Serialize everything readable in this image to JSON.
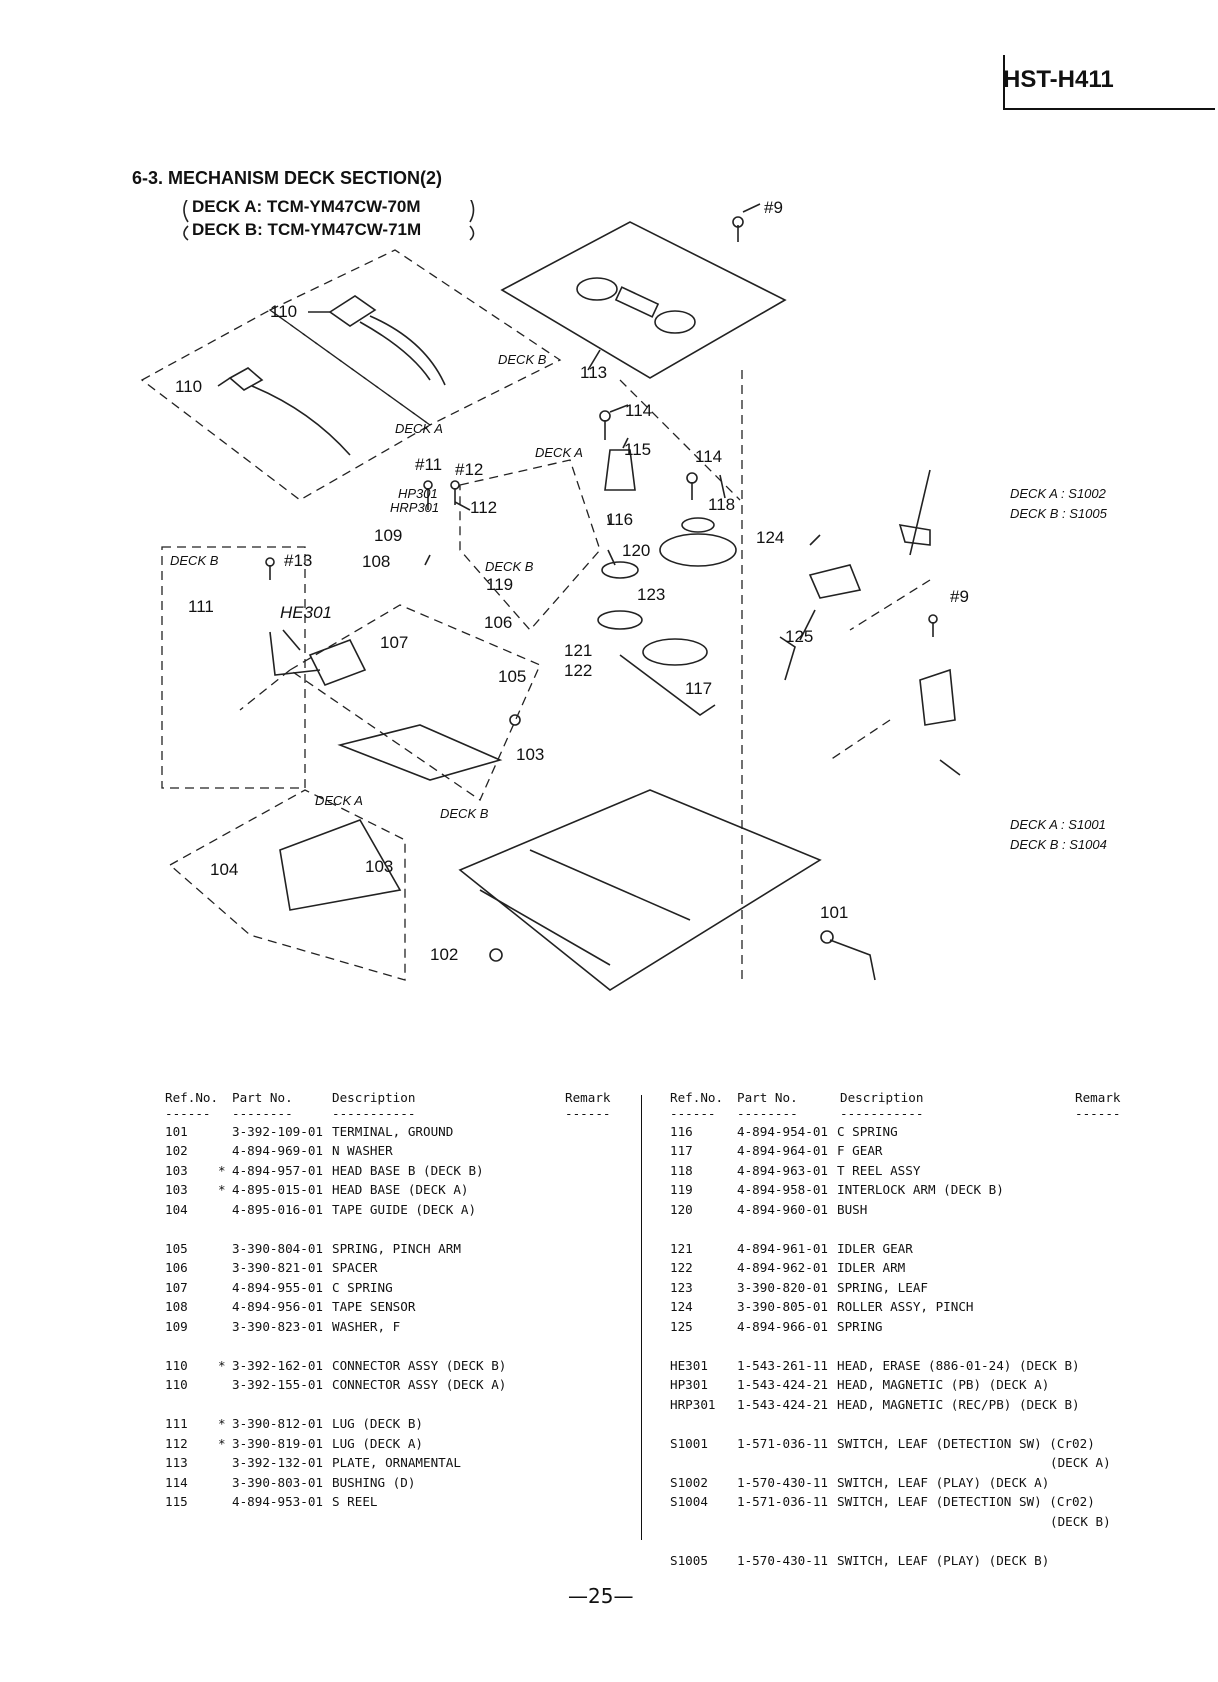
{
  "header": {
    "model": "HST-H411"
  },
  "section": {
    "title": "6-3. MECHANISM DECK SECTION(2)",
    "deck_a": "DECK A: TCM-YM47CW-70M",
    "deck_b": "DECK B: TCM-YM47CW-71M"
  },
  "diagram": {
    "callouts": [
      "#9",
      "110",
      "110",
      "113",
      "114",
      "115",
      "114",
      "#11",
      "#12",
      "112",
      "116",
      "118",
      "109",
      "120",
      "124",
      "#13",
      "108",
      "119",
      "123",
      "#9",
      "111",
      "HE301",
      "106",
      "107",
      "125",
      "121",
      "122",
      "117",
      "105",
      "103",
      "104",
      "103",
      "102",
      "101"
    ],
    "deck_labels": {
      "deck_b_connector": "DECK B",
      "deck_a_connector": "DECK A",
      "deck_a_lug": "DECK A",
      "deck_b_head_box": "DECK B",
      "deck_b_interlock": "DECK B",
      "deck_a_guide": "DECK A",
      "deck_b_base": "DECK B",
      "hp301": "HP301",
      "hrp301": "HRP301",
      "switch_top_a": "DECK A : S1002",
      "switch_top_b": "DECK B : S1005",
      "switch_bot_a": "DECK A : S1001",
      "switch_bot_b": "DECK B : S1004"
    }
  },
  "table": {
    "headers": {
      "ref": "Ref.No.",
      "part": "Part No.",
      "desc": "Description",
      "remark": "Remark"
    },
    "dashes": {
      "ref": "------",
      "part": "--------",
      "desc": "-----------",
      "remark": "------"
    },
    "left": [
      {
        "ref": "101",
        "star": "",
        "part": "3-392-109-01",
        "desc": "TERMINAL, GROUND"
      },
      {
        "ref": "102",
        "star": "",
        "part": "4-894-969-01",
        "desc": "N WASHER"
      },
      {
        "ref": "103",
        "star": "*",
        "part": "4-894-957-01",
        "desc": "HEAD BASE B (DECK B)"
      },
      {
        "ref": "103",
        "star": "*",
        "part": "4-895-015-01",
        "desc": "HEAD BASE (DECK A)"
      },
      {
        "ref": "104",
        "star": "",
        "part": "4-895-016-01",
        "desc": "TAPE GUIDE (DECK A)"
      },
      {
        "gap": true
      },
      {
        "ref": "105",
        "star": "",
        "part": "3-390-804-01",
        "desc": "SPRING, PINCH ARM"
      },
      {
        "ref": "106",
        "star": "",
        "part": "3-390-821-01",
        "desc": "SPACER"
      },
      {
        "ref": "107",
        "star": "",
        "part": "4-894-955-01",
        "desc": "C SPRING"
      },
      {
        "ref": "108",
        "star": "",
        "part": "4-894-956-01",
        "desc": "TAPE SENSOR"
      },
      {
        "ref": "109",
        "star": "",
        "part": "3-390-823-01",
        "desc": "WASHER, F"
      },
      {
        "gap": true
      },
      {
        "ref": "110",
        "star": "*",
        "part": "3-392-162-01",
        "desc": "CONNECTOR ASSY (DECK B)"
      },
      {
        "ref": "110",
        "star": "",
        "part": "3-392-155-01",
        "desc": "CONNECTOR ASSY (DECK A)"
      },
      {
        "gap": true
      },
      {
        "ref": "111",
        "star": "*",
        "part": "3-390-812-01",
        "desc": "LUG (DECK B)"
      },
      {
        "ref": "112",
        "star": "*",
        "part": "3-390-819-01",
        "desc": "LUG (DECK A)"
      },
      {
        "ref": "113",
        "star": "",
        "part": "3-392-132-01",
        "desc": "PLATE, ORNAMENTAL"
      },
      {
        "ref": "114",
        "star": "",
        "part": "3-390-803-01",
        "desc": "BUSHING (D)"
      },
      {
        "ref": "115",
        "star": "",
        "part": "4-894-953-01",
        "desc": "S REEL"
      }
    ],
    "right": [
      {
        "ref": "116",
        "part": "4-894-954-01",
        "desc": "C SPRING"
      },
      {
        "ref": "117",
        "part": "4-894-964-01",
        "desc": "F GEAR"
      },
      {
        "ref": "118",
        "part": "4-894-963-01",
        "desc": "T REEL ASSY"
      },
      {
        "ref": "119",
        "part": "4-894-958-01",
        "desc": "INTERLOCK ARM (DECK B)"
      },
      {
        "ref": "120",
        "part": "4-894-960-01",
        "desc": "BUSH"
      },
      {
        "gap": true
      },
      {
        "ref": "121",
        "part": "4-894-961-01",
        "desc": "IDLER GEAR"
      },
      {
        "ref": "122",
        "part": "4-894-962-01",
        "desc": "IDLER ARM"
      },
      {
        "ref": "123",
        "part": "3-390-820-01",
        "desc": "SPRING, LEAF"
      },
      {
        "ref": "124",
        "part": "3-390-805-01",
        "desc": "ROLLER ASSY, PINCH"
      },
      {
        "ref": "125",
        "part": "4-894-966-01",
        "desc": "SPRING"
      },
      {
        "gap": true
      },
      {
        "ref": "HE301",
        "part": "1-543-261-11",
        "desc": "HEAD, ERASE (886-01-24) (DECK B)"
      },
      {
        "ref": "HP301",
        "part": "1-543-424-21",
        "desc": "HEAD, MAGNETIC (PB) (DECK A)"
      },
      {
        "ref": "HRP301",
        "part": "1-543-424-21",
        "desc": "HEAD, MAGNETIC (REC/PB) (DECK B)"
      },
      {
        "gap": true
      },
      {
        "ref": "S1001",
        "part": "1-571-036-11",
        "desc": "SWITCH, LEAF (DETECTION SW) (Cr02)"
      },
      {
        "ref": "",
        "part": "",
        "desc": "",
        "cont": "(DECK A)"
      },
      {
        "ref": "S1002",
        "part": "1-570-430-11",
        "desc": "SWITCH, LEAF (PLAY) (DECK A)"
      },
      {
        "ref": "S1004",
        "part": "1-571-036-11",
        "desc": "SWITCH, LEAF (DETECTION SW) (Cr02)"
      },
      {
        "ref": "",
        "part": "",
        "desc": "",
        "cont": "(DECK B)"
      },
      {
        "gap": true
      },
      {
        "ref": "S1005",
        "part": "1-570-430-11",
        "desc": "SWITCH, LEAF (PLAY) (DECK B)"
      }
    ]
  },
  "footer": {
    "page": "—25—"
  }
}
